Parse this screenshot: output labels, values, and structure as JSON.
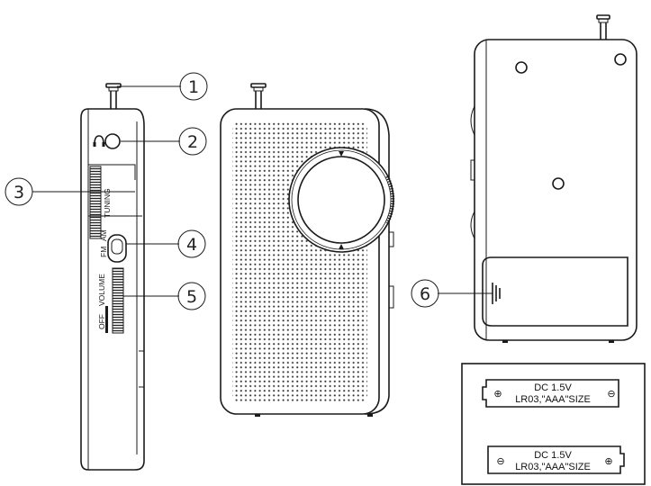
{
  "side_view_labels": {
    "tuning": "TUNING",
    "band_fm": "FM",
    "band_am": "AM",
    "volume": "VOLUME",
    "off": "OFF"
  },
  "callouts": [
    "1",
    "2",
    "3",
    "4",
    "5",
    "6"
  ],
  "battery_compartment": {
    "top": {
      "line1": "DC 1.5V",
      "line2": "LR03,\"AAA\"SIZE",
      "left_symbol": "⊕",
      "right_symbol": "⊖"
    },
    "bottom": {
      "line1": "DC 1.5V",
      "line2": "LR03,\"AAA\"SIZE",
      "left_symbol": "⊖",
      "right_symbol": "⊕"
    }
  }
}
